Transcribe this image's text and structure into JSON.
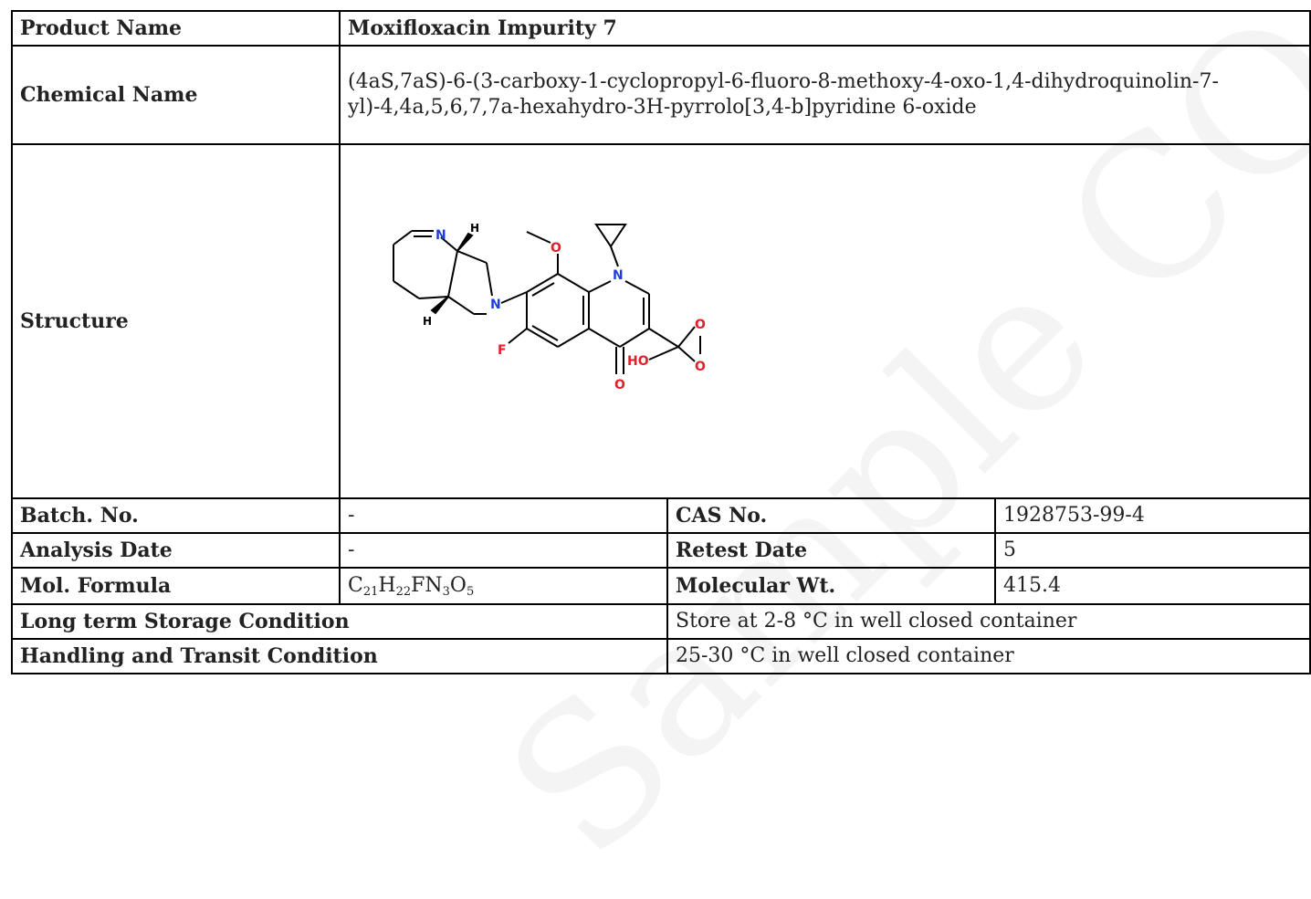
{
  "watermark": {
    "text": "Sample COA"
  },
  "product_name": {
    "label": "Product Name",
    "value": "Moxifloxacin Impurity 7"
  },
  "chemical_name": {
    "label": "Chemical Name",
    "value": "(4aS,7aS)-6-(3-carboxy-1-cyclopropyl-6-fluoro-8-methoxy-4-oxo-1,4-dihydroquinolin-7-yl)-4,4a,5,6,7,7a-hexahydro-3H-pyrrolo[3,4-b]pyridine 6-oxide"
  },
  "structure": {
    "label": "Structure",
    "atoms": {
      "n": "N",
      "h": "H",
      "o": "O",
      "f": "F",
      "ho": "HO"
    },
    "colors": {
      "nitrogen": "#1f3fd6",
      "oxygen": "#e0202a",
      "bond": "#000000"
    }
  },
  "batch_no": {
    "label": "Batch. No.",
    "value": "-"
  },
  "cas_no": {
    "label": "CAS No.",
    "value": "1928753-99-4"
  },
  "analysis_date": {
    "label": "Analysis Date",
    "value": "-"
  },
  "retest_date": {
    "label": "Retest Date",
    "value": "5"
  },
  "mol_formula": {
    "label": "Mol. Formula",
    "parts": [
      {
        "el": "C",
        "n": "21"
      },
      {
        "el": "H",
        "n": "22"
      },
      {
        "el": "FN",
        "n": "3"
      },
      {
        "el": "O",
        "n": "5"
      }
    ]
  },
  "molecular_wt": {
    "label": "Molecular Wt.",
    "value": "415.4"
  },
  "storage": {
    "label": "Long term Storage Condition",
    "value": "Store at 2-8 °C in well closed container"
  },
  "handling": {
    "label": "Handling and Transit Condition",
    "value": "25-30 °C in well closed container"
  }
}
